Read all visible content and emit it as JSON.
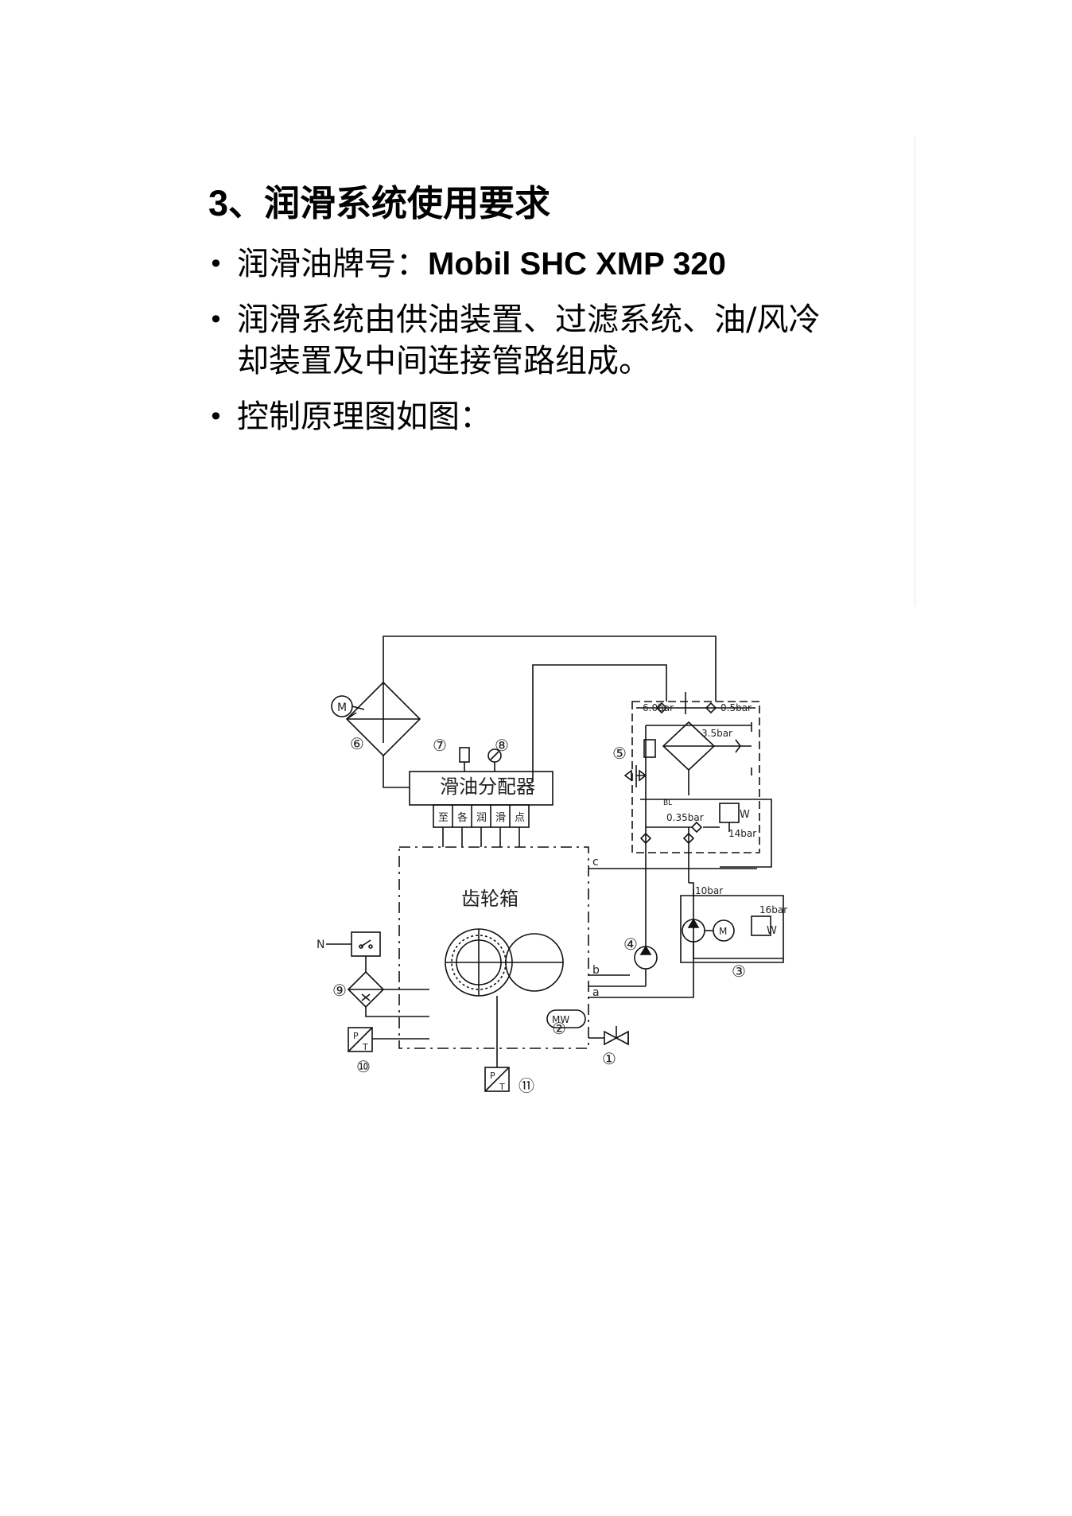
{
  "slide": {
    "heading_num": "3",
    "heading_text": "、润滑系统使用要求",
    "bullets": [
      {
        "prefix": "润滑油牌号：",
        "latin": "Mobil SHC XMP 320"
      },
      {
        "text_line1": "润滑系统由供油装置、过滤系统、油/风冷",
        "text_line2": "却装置及中间连接管路组成。"
      },
      {
        "text": "控制原理图如图："
      }
    ],
    "bullet_symbol": "•"
  },
  "diagram": {
    "distributor_label": "滑油分配器",
    "outlet_chars": [
      "至",
      "各",
      "润",
      "滑",
      "点"
    ],
    "gearbox_label": "齿轮箱",
    "motor_label": "M",
    "pressures": {
      "p6": "6.0bar",
      "p05": "0.5bar",
      "p35": "3.5bar",
      "p035": "0.35bar",
      "p14": "14bar",
      "p10": "10bar",
      "p16": "16bar"
    },
    "port_labels": {
      "c": "c",
      "b": "b",
      "a": "a",
      "n": "N"
    },
    "markers": {
      "bl": "BL"
    },
    "component_numbers": [
      "①",
      "②",
      "③",
      "④",
      "⑤",
      "⑥",
      "⑦",
      "⑧",
      "⑨",
      "⑩",
      "⑪"
    ],
    "heater_label": "MW",
    "pt_p": "P",
    "pt_t": "T",
    "spring_w": "W"
  }
}
